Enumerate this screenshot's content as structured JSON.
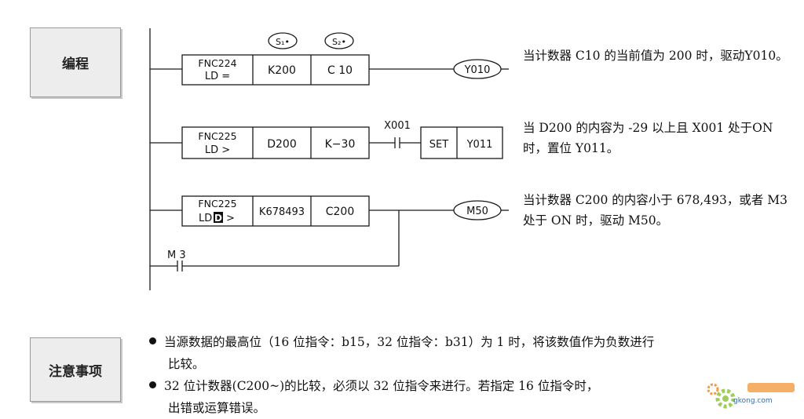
{
  "sections": {
    "programming_label": "编程",
    "notes_label": "注意事项"
  },
  "operand_markers": {
    "s1": "S₁•",
    "s2": "S₂•"
  },
  "rungs": [
    {
      "fnc": "FNC224",
      "op": "LD =",
      "s1": "K200",
      "s2": "C 10",
      "output": "Y010",
      "description": "当计数器 C10 的当前值为 200 时，驱动Y010。"
    },
    {
      "fnc": "FNC225",
      "op": "LD >",
      "s1": "D200",
      "s2": "K−30",
      "contact": "X001",
      "instruction": "SET",
      "target": "Y011",
      "description": "当 D200 的内容为 -29 以上且 X001 处于ON时，置位 Y011。"
    },
    {
      "fnc": "FNC225",
      "op_prefix": "LD",
      "op_flag": "D",
      "op_suffix": ">",
      "s1": "K678493",
      "s2": "C200",
      "output": "M50",
      "parallel_contact": "M 3",
      "description": "当计数器 C200 的内容小于 678,493，或者 M3 处于 ON 时，驱动 M50。"
    }
  ],
  "notes": [
    {
      "line1": "当源数据的最高位（16 位指令：b15，32 位指令：b31）为 1 时，将该数值作为负数进行",
      "line2": "比较。"
    },
    {
      "line1": "32 位计数器(C200~)的比较，必须以 32 位指令来进行。若指定 16 位指令时，",
      "line2": "出错或运算错误。"
    }
  ],
  "watermark": {
    "text": "gkong.com"
  },
  "colors": {
    "line": "#1a1a1a",
    "label_bg": "#ededed",
    "watermark_orange": "#f08a1e",
    "watermark_green": "#8cc63f"
  }
}
